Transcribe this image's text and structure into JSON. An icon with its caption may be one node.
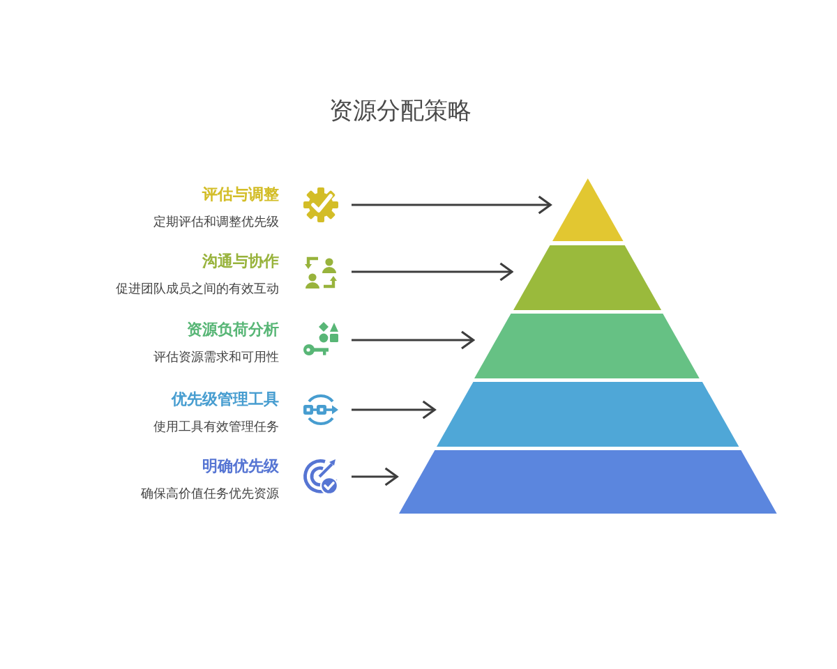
{
  "diagram": {
    "title": "资源分配策略",
    "nodes": [
      {
        "text": [
          "评估与调整",
          "定期评估和调整优先级"
        ]
      },
      {
        "text": [
          "沟通与协作",
          "促进团队成员之间的有效互动"
        ]
      },
      {
        "text": [
          "资源负荷分析",
          "评估资源需求和可用性"
        ]
      },
      {
        "text": [
          "优先级管理工具",
          "使用工具有效管理任务"
        ]
      },
      {
        "text": [
          "明确优先级",
          "确保高价值任务优先资源"
        ]
      },
      {
        "text": [],
        "shape": "triangle"
      },
      {
        "text": [],
        "shape": "trapezoid"
      },
      {
        "text": [],
        "shape": "trapezoid"
      },
      {
        "text": [],
        "shape": "trapezoid"
      },
      {
        "text": [],
        "shape": "trapezoid"
      }
    ],
    "edges": [
      {
        "from": 0,
        "to": 5,
        "arrow": "to"
      },
      {
        "from": 1,
        "to": 6,
        "arrow": "to"
      },
      {
        "from": 2,
        "to": 7,
        "arrow": "to"
      },
      {
        "from": 3,
        "to": 8,
        "arrow": "to"
      },
      {
        "from": 4,
        "to": 9,
        "arrow": "to"
      }
    ]
  }
}
